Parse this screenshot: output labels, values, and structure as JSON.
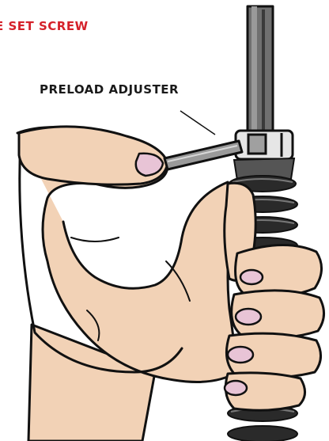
{
  "title": "E SET SCREW",
  "callouts": {
    "preload_adjuster": "PRELOAD ADJUSTER"
  },
  "colors": {
    "title_red": "#d5212a",
    "skin": "#f2d2b6",
    "skin_shadow": "#e5b697",
    "fingernail": "#e8c4d6",
    "shock_body": "#6f6f6f",
    "spring": "#2a2a2a",
    "ink": "#111111"
  },
  "icons": {
    "tool": "allen-key",
    "component": "shock-absorber-with-coil-spring"
  }
}
